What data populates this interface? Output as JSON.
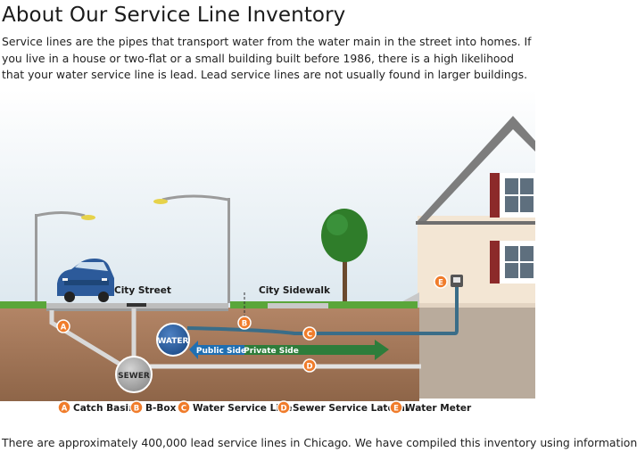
{
  "page": {
    "title": "About Our Service Line Inventory",
    "intro": "Service lines are the pipes that transport water from the water main in the street into homes. If you live in a house or two-flat or a small building built before 1986, there is a high likelihood that your water service line is lead. Lead service lines are not usually found in larger buildings.",
    "outro": "There are approximately 400,000 lead service lines in Chicago. We have compiled this inventory using information"
  },
  "diagram": {
    "labels": {
      "city_street": "City Street",
      "city_sidewalk": "City Sidewalk",
      "water": "WATER",
      "sewer": "SEWER",
      "public_side": "Public Side",
      "private_side": "Private Side"
    },
    "markers": {
      "a": "A",
      "b": "B",
      "c": "C",
      "d": "D",
      "e": "E"
    },
    "legend": [
      {
        "letter": "A",
        "label": "Catch Basin"
      },
      {
        "letter": "B",
        "label": "B-Box"
      },
      {
        "letter": "C",
        "label": "Water Service Line"
      },
      {
        "letter": "D",
        "label": "Sewer Service Lateral"
      },
      {
        "letter": "E",
        "label": "Water Meter"
      }
    ],
    "colors": {
      "marker": "#f07c2b",
      "public_arrow": "#1f6fb2",
      "private_arrow": "#2e7d3b",
      "water_circle": "#2a5b9a",
      "sewer_circle": "#a9a9a9",
      "soil": "#a67a5c",
      "grass": "#5aa63a"
    }
  }
}
